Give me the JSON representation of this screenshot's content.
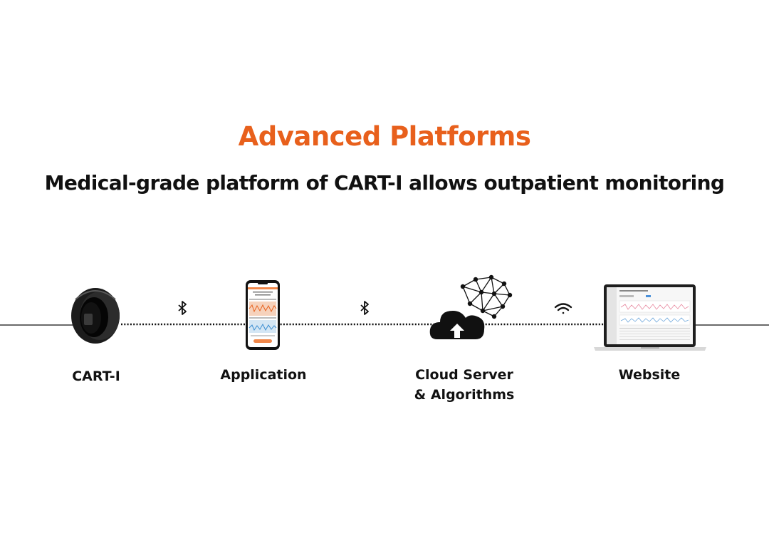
{
  "header": {
    "title": "Advanced Platforms",
    "subtitle": "Medical-grade platform of CART-I allows outpatient monitoring"
  },
  "nodes": [
    {
      "label": "CART-I",
      "icon": "ring-device-icon"
    },
    {
      "label": "Application",
      "icon": "smartphone-app-icon"
    },
    {
      "label_line1": "Cloud Server",
      "label_line2": "& Algorithms",
      "icon": "cloud-network-icon"
    },
    {
      "label": "Website",
      "icon": "laptop-dashboard-icon"
    }
  ],
  "connections": [
    {
      "type": "bluetooth",
      "icon": "bluetooth-icon"
    },
    {
      "type": "bluetooth",
      "icon": "bluetooth-icon"
    },
    {
      "type": "wifi",
      "icon": "wifi-icon"
    }
  ],
  "colors": {
    "accent": "#E8601C",
    "text": "#111111",
    "app_orange": "#F0874A"
  }
}
